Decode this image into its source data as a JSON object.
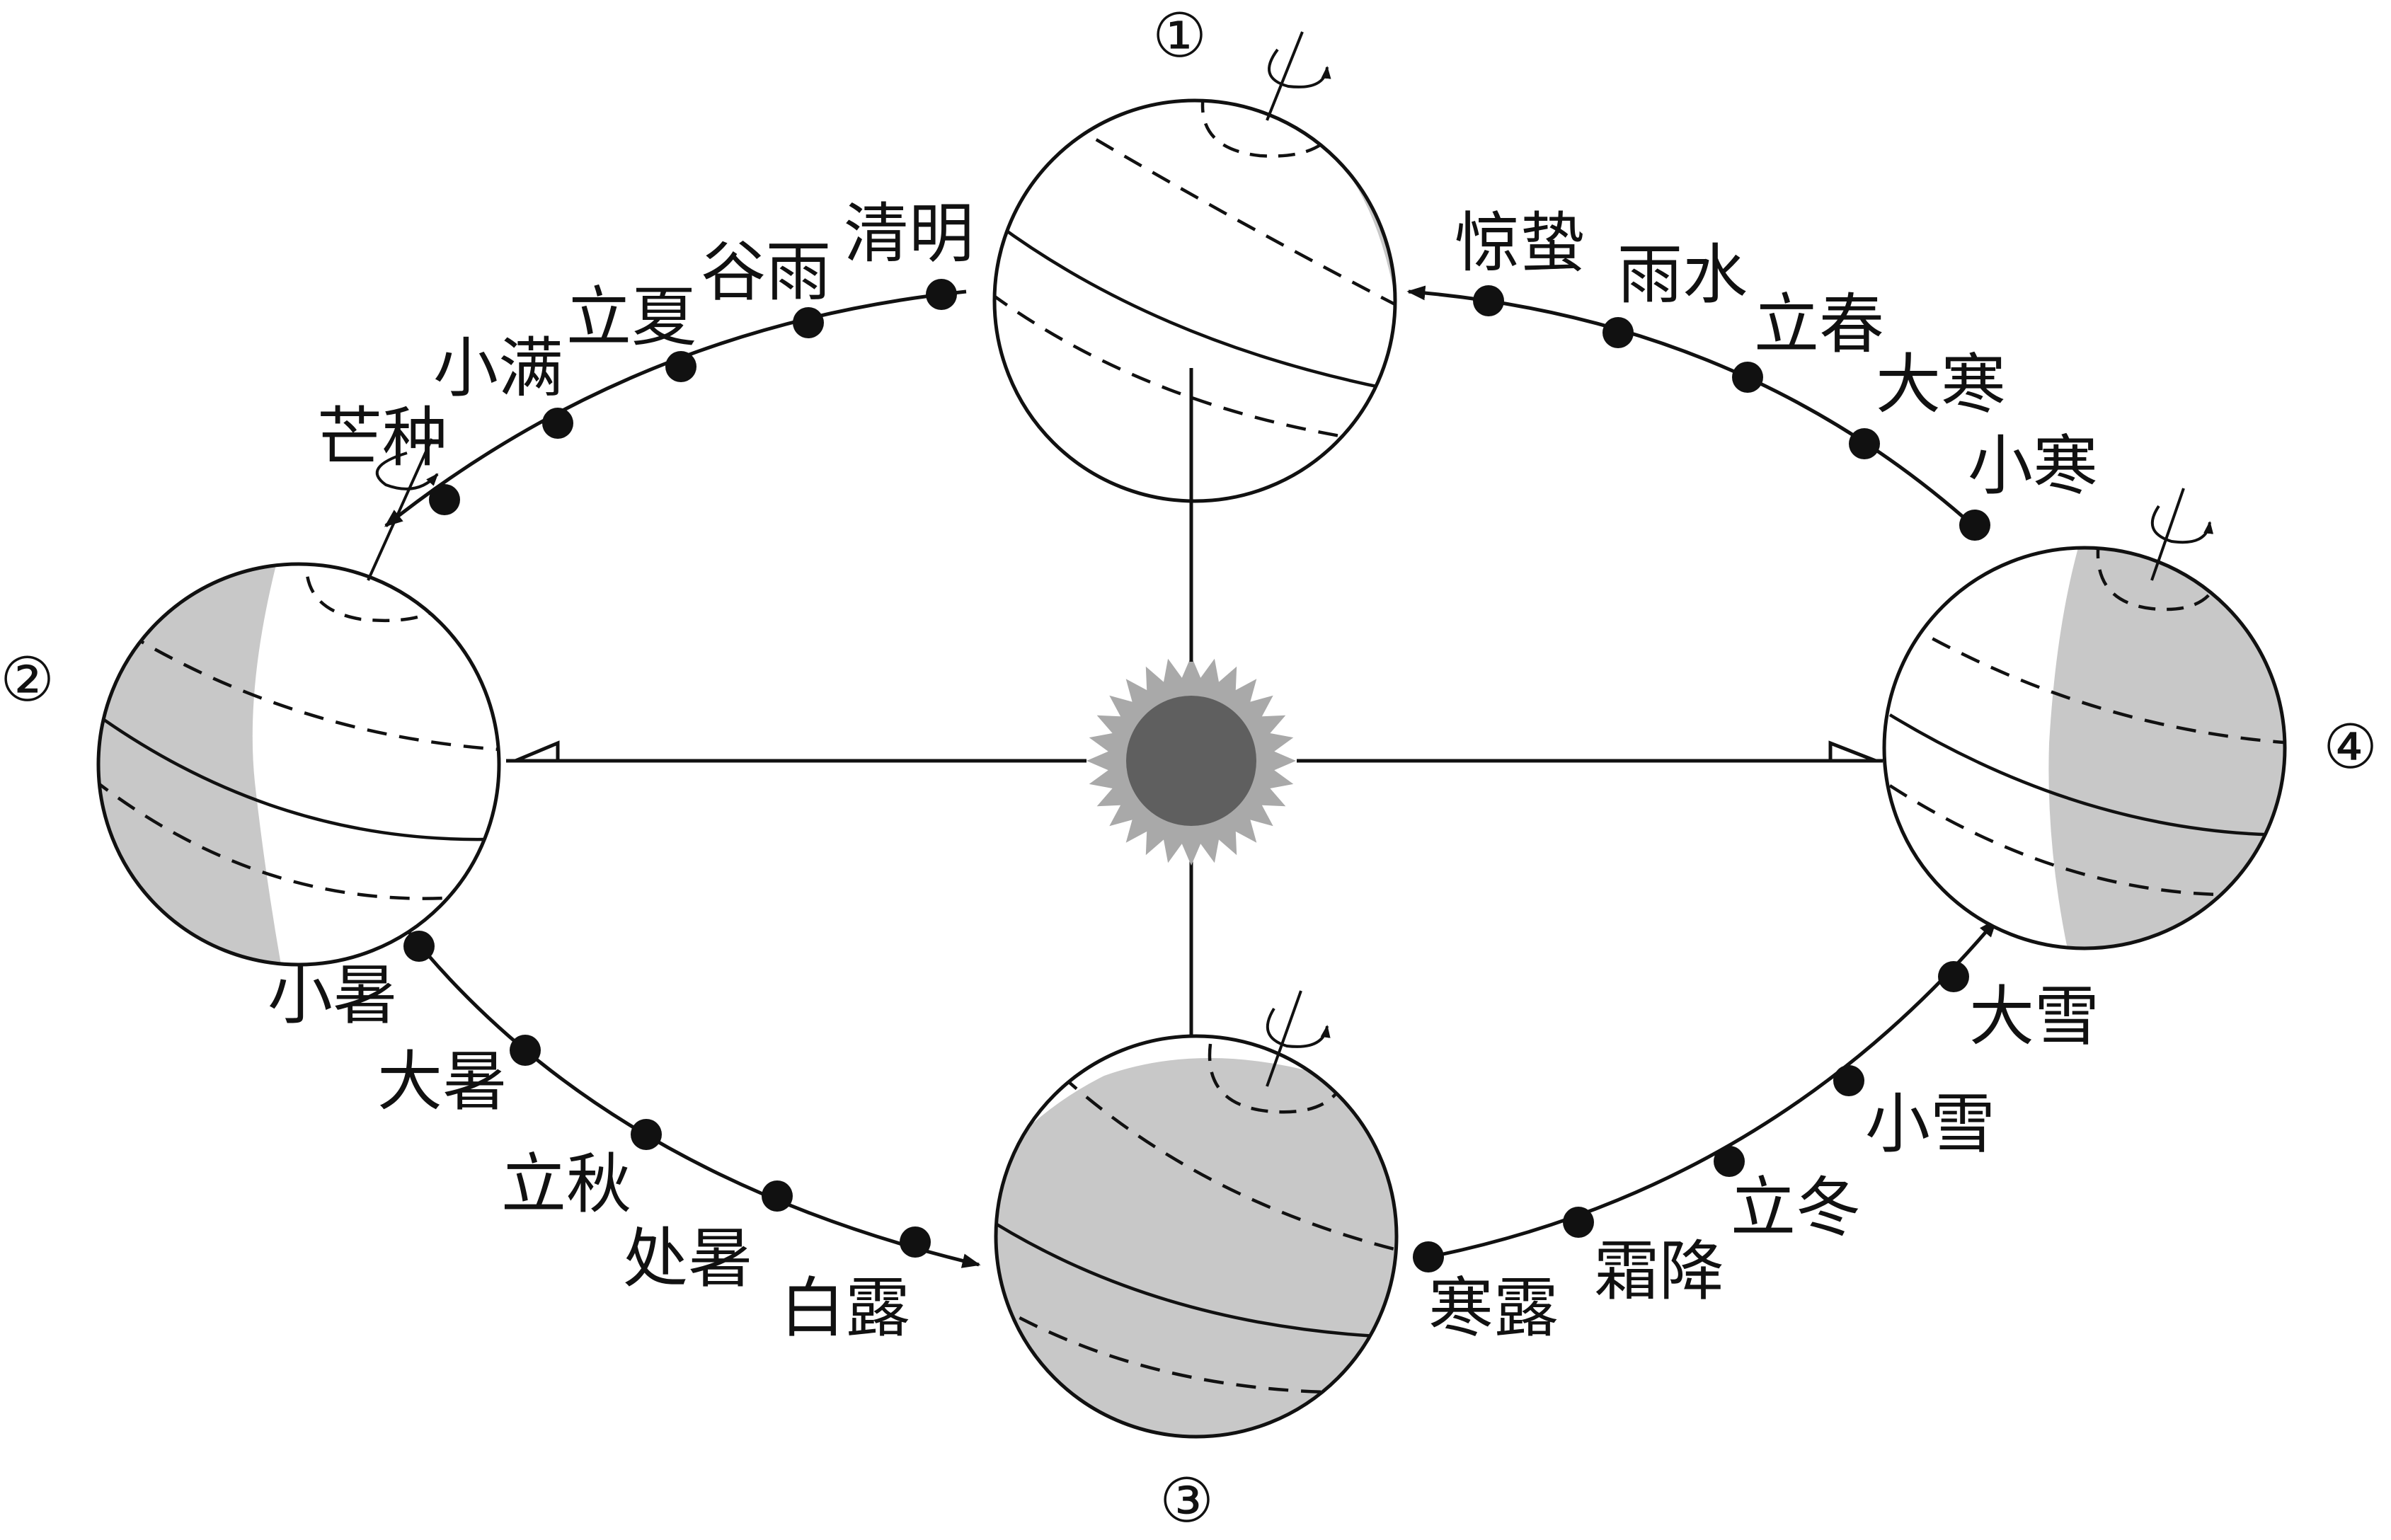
{
  "diagram": {
    "positions": [
      {
        "mark": "①",
        "role": "top"
      },
      {
        "mark": "②",
        "role": "left"
      },
      {
        "mark": "③",
        "role": "bottom"
      },
      {
        "mark": "④",
        "role": "right"
      }
    ],
    "solar_terms": {
      "top_left": [
        "清明",
        "谷雨",
        "立夏",
        "小满",
        "芒种"
      ],
      "top_right": [
        "惊蛰",
        "雨水",
        "立春",
        "大寒",
        "小寒"
      ],
      "bottom_left": [
        "小暑",
        "大暑",
        "立秋",
        "处暑",
        "白露"
      ],
      "bottom_right": [
        "寒露",
        "霜降",
        "立冬",
        "小雪",
        "大雪"
      ]
    },
    "colors": {
      "line": "#111111",
      "night_shade": "#c8c8c8",
      "sun_core": "#5f5f5f",
      "sun_corona": "#a9a9a9"
    },
    "icons": {
      "sun": "sun-icon",
      "earth": "earth-globe-icon",
      "rotation": "rotation-arrow-icon",
      "right_angle": "right-angle-marker-icon"
    }
  }
}
